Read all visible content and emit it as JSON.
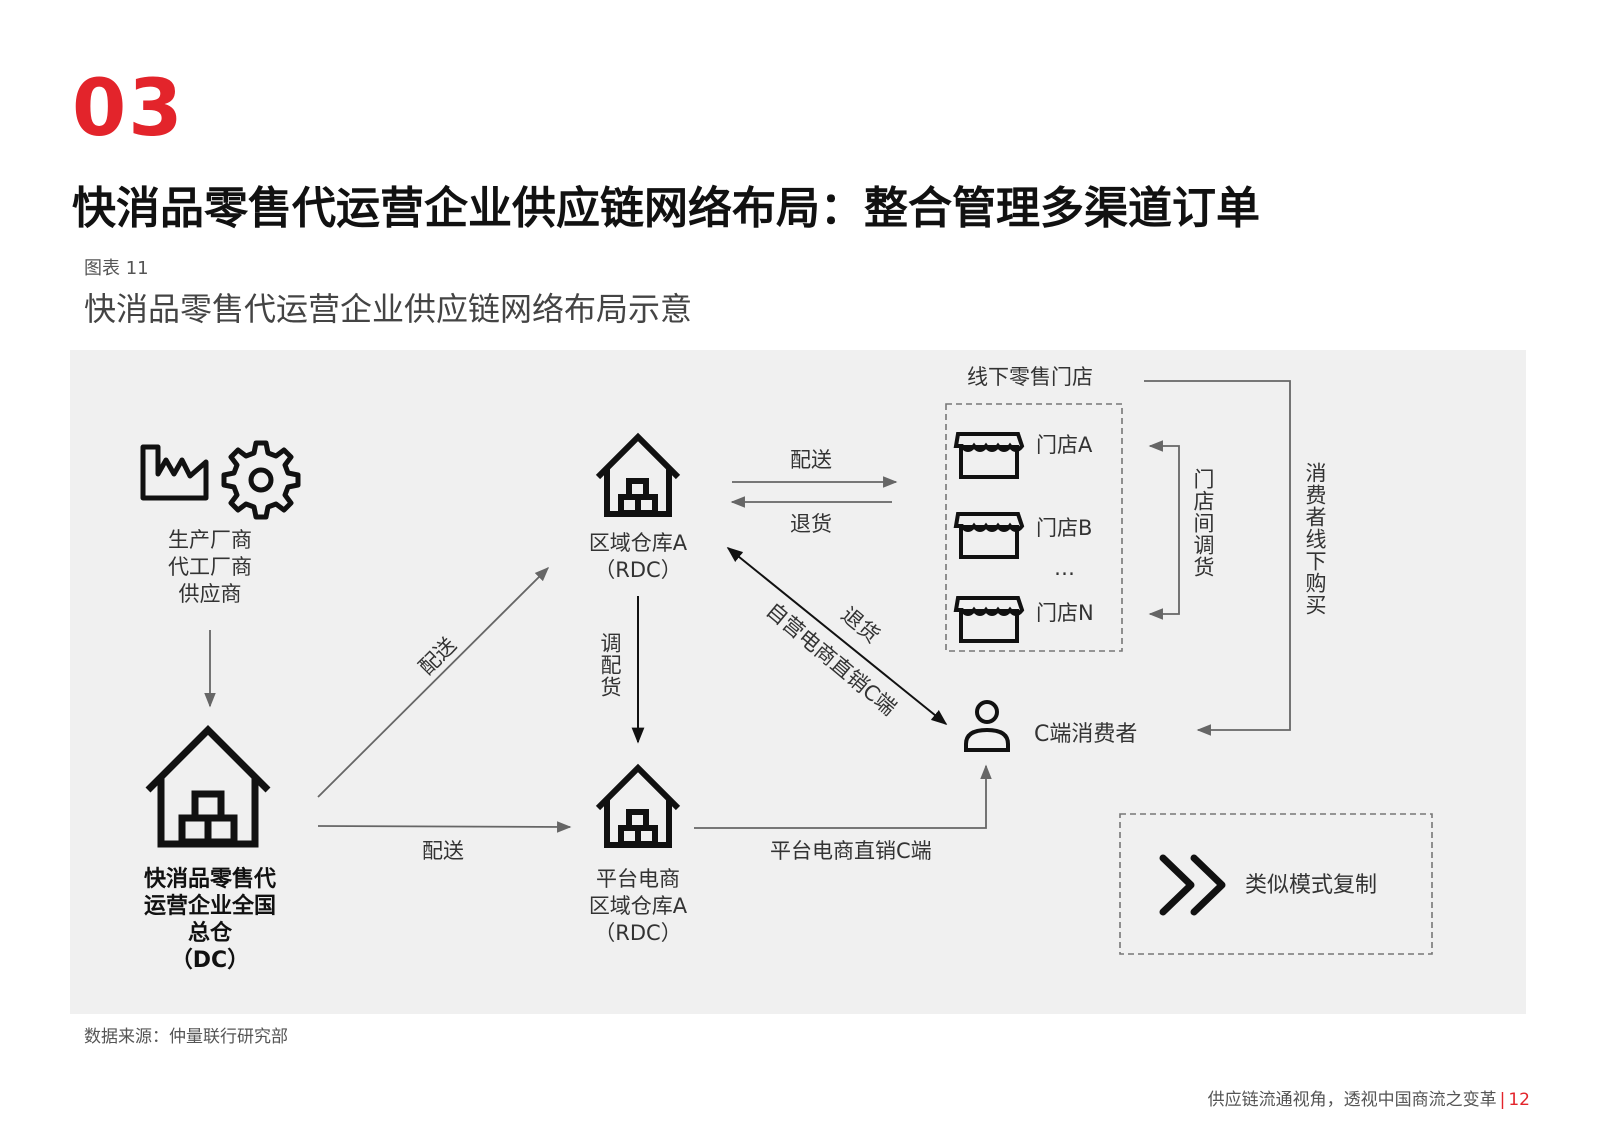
{
  "header": {
    "section_number": "03",
    "title": "快消品零售代运营企业供应链网络布局：整合管理多渠道订单"
  },
  "figure": {
    "number": "图表 11",
    "title": "快消品零售代运营企业供应链网络布局示意"
  },
  "diagram": {
    "producers": [
      "生产厂商",
      "代工厂商",
      "供应商"
    ],
    "dc": [
      "快消品零售代",
      "运营企业全国",
      "总仓",
      "（DC）"
    ],
    "rdc_a": [
      "区域仓库A",
      "（RDC）"
    ],
    "platform_rdc": [
      "平台电商",
      "区域仓库A",
      "（RDC）"
    ],
    "offline_store_title": "线下零售门店",
    "stores": [
      "门店A",
      "门店B",
      "…",
      "门店N"
    ],
    "consumer": "C端消费者",
    "edges": {
      "dc_to_rdc_a": "配送",
      "dc_to_platform": "配送",
      "rdc_to_store": "配送",
      "store_to_rdc": "退货",
      "rdc_a_to_platform": "调配货",
      "self_ecommerce": "自营电商直销C端",
      "return": "退货",
      "platform_to_consumer": "平台电商直销C端",
      "store_transfer": "门店间调货",
      "offline_purchase": "消费者线下购买"
    },
    "replicate_label": "类似模式复制"
  },
  "source": "数据来源：仲量联行研究部",
  "footer": {
    "text": "供应链流通视角，透视中国商流之变革",
    "page": "12"
  },
  "colors": {
    "accent": "#e3242b",
    "panel_bg": "#f0f0f0",
    "line": "#666666"
  }
}
